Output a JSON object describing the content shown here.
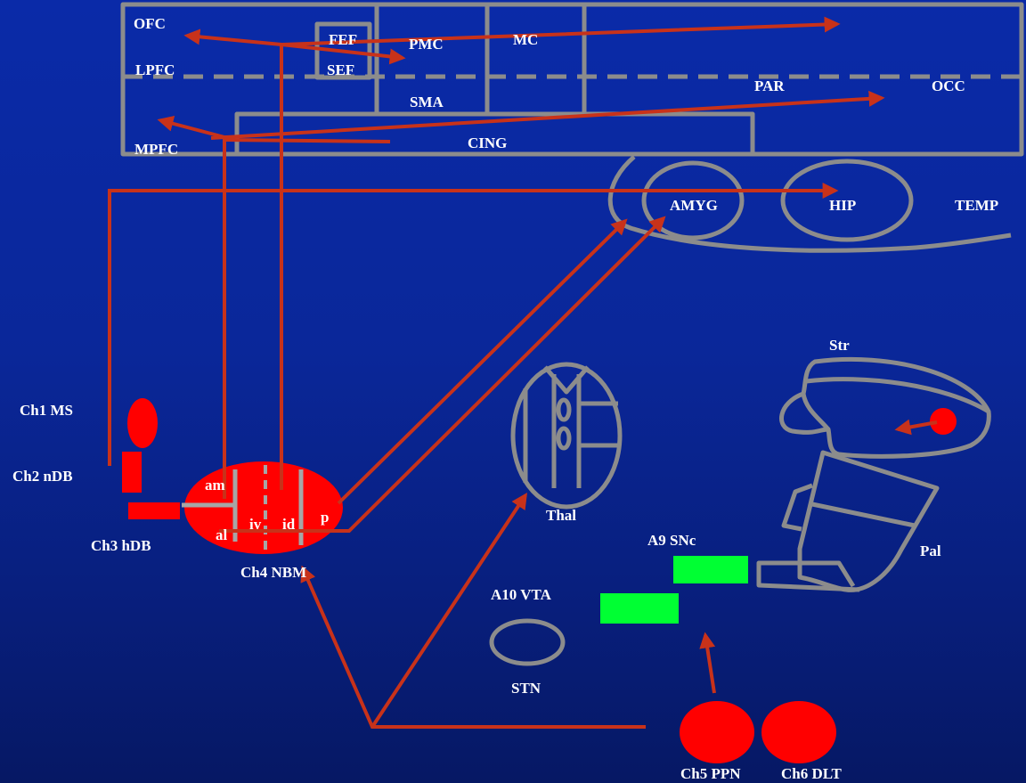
{
  "cortex": {
    "ofc": "OFC",
    "lpfc": "LPFC",
    "mpfc": "MPFC",
    "fef": "FEF",
    "sef": "SEF",
    "pmc": "PMC",
    "mc": "MC",
    "sma": "SMA",
    "par": "PAR",
    "occ": "OCC",
    "cing": "CING"
  },
  "temporal": {
    "amyg": "AMYG",
    "hip": "HIP",
    "temp": "TEMP"
  },
  "nuclei": {
    "ch1": "Ch1 MS",
    "ch2": "Ch2 nDB",
    "ch3": "Ch3 hDB",
    "ch4": "Ch4 NBM",
    "ch5": "Ch5 PPN",
    "ch6": "Ch6 DLT"
  },
  "nbm_subdivisions": {
    "am": "am",
    "al": "al",
    "iv": "iv",
    "id": "id",
    "p": "p"
  },
  "subcortical": {
    "thal": "Thal",
    "str": "Str",
    "pal": "Pal",
    "a9": "A9 SNc",
    "a10": "A10 VTA",
    "stn": "STN"
  },
  "colors": {
    "background": "#0a2799",
    "outline": "#8c8c8c",
    "projection": "#c8321a",
    "cholinergic": "#ff0000",
    "dopaminergic": "#00ff33",
    "label": "#ffffff"
  }
}
